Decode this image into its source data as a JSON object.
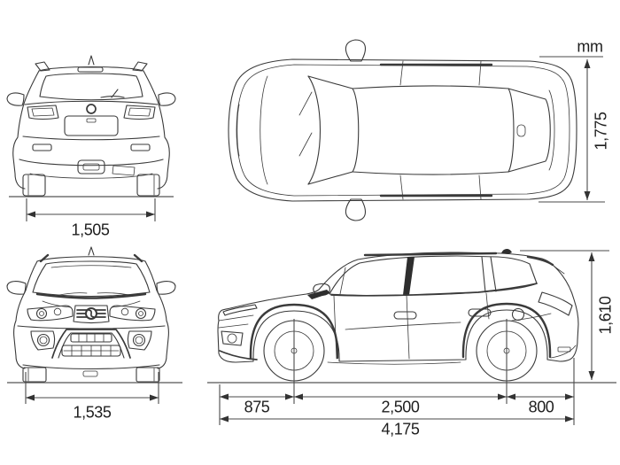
{
  "unit": {
    "label": "mm"
  },
  "dimensions": {
    "rear_width": "1,505",
    "overall_width": "1,775",
    "front_width": "1,535",
    "overall_height": "1,610",
    "front_overhang": "875",
    "wheelbase": "2,500",
    "rear_overhang": "800",
    "overall_length": "4,175"
  },
  "colors": {
    "line": "#3a3a3a",
    "dimension_line": "#4a4a4a",
    "text": "#1e1e1e",
    "background": "#ffffff"
  }
}
